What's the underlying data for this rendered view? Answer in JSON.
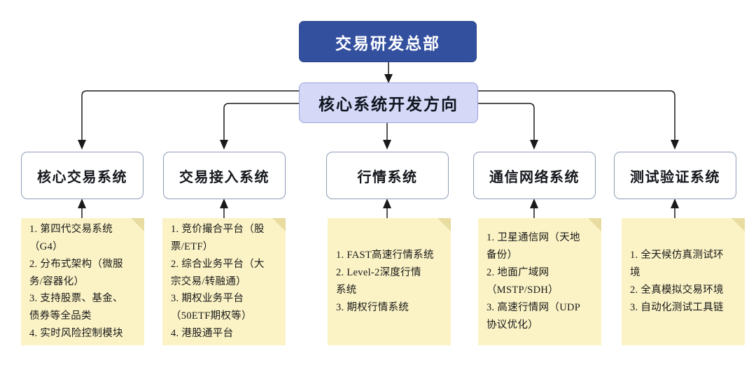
{
  "diagram": {
    "type": "org-tree",
    "root": {
      "label": "交易研发总部"
    },
    "hub": {
      "label": "核心系统开发方向"
    },
    "colors": {
      "root_fill": "#33509F",
      "root_text": "#FFFFFF",
      "hub_fill": "#D5D8F7",
      "hub_border": "#9AA0D8",
      "system_fill": "#FFFFFF",
      "system_border": "#8D9CB5",
      "note_fill": "#FBF3C6",
      "note_fold": "#E8DCA0",
      "connector": "#1A1A1A"
    },
    "branches": [
      {
        "system": {
          "label": "核心交易系统"
        },
        "note": {
          "lines": [
            "1. 第四代交易系统",
            "（G4）",
            "2. 分布式架构（微服",
            "务/容器化）",
            "3. 支持股票、基金、",
            "债券等全品类",
            "4. 实时风险控制模块"
          ]
        }
      },
      {
        "system": {
          "label": "交易接入系统"
        },
        "note": {
          "lines": [
            "1. 竞价撮合平台（股",
            "票/ETF）",
            "2. 综合业务平台（大",
            "宗交易/转融通）",
            "3. 期权业务平台",
            "（50ETF期权等）",
            "4. 港股通平台"
          ]
        }
      },
      {
        "system": {
          "label": "行情系统"
        },
        "note": {
          "lines": [
            "1. FAST高速行情系统",
            "2. Level-2深度行情",
            "系统",
            "3. 期权行情系统"
          ]
        }
      },
      {
        "system": {
          "label": "通信网络系统"
        },
        "note": {
          "lines": [
            "1. 卫星通信网（天地",
            "备份）",
            "2. 地面广域网",
            "（MSTP/SDH）",
            "3. 高速行情网（UDP",
            "协议优化）"
          ]
        }
      },
      {
        "system": {
          "label": "测试验证系统"
        },
        "note": {
          "lines": [
            "1. 全天候仿真测试环",
            "境",
            "2. 全真模拟交易环境",
            "3. 自动化测试工具链"
          ]
        }
      }
    ]
  }
}
